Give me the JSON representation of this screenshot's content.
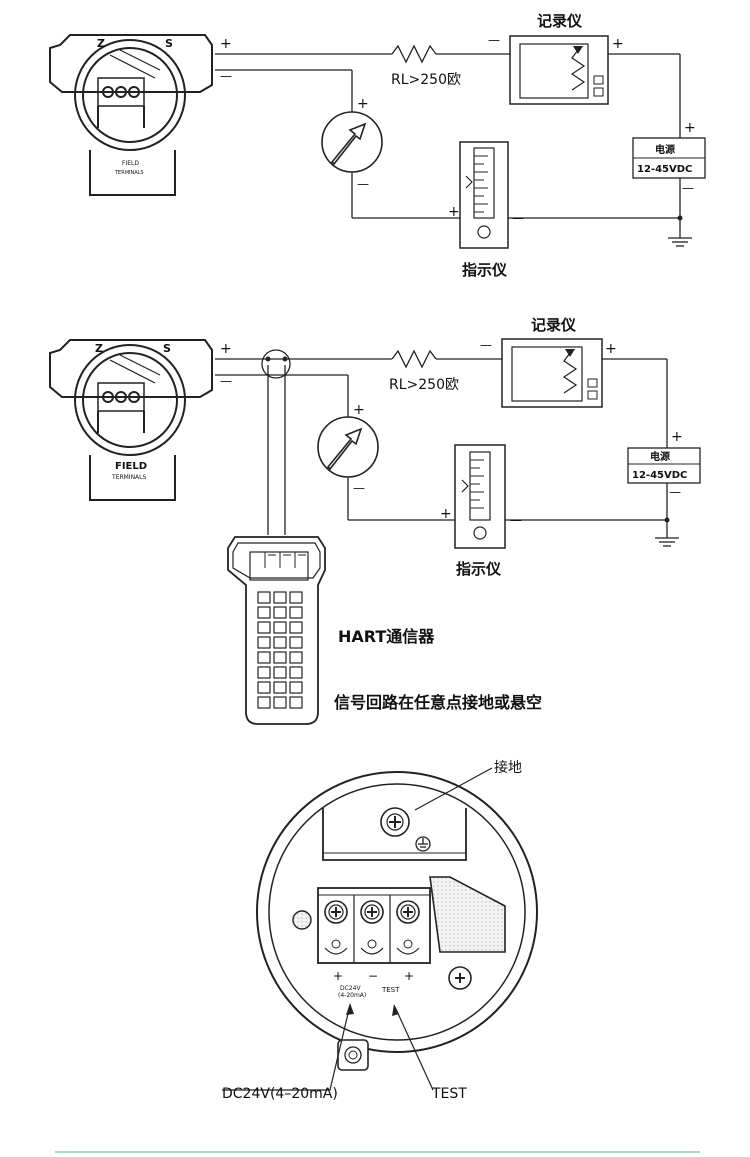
{
  "diagram1": {
    "recorder_label": "记录仪",
    "resistor_label": "RL>250欧",
    "power_label": "电源",
    "power_voltage": "12-45VDC",
    "indicator_label": "指示仪",
    "housing_text_1": "FIELD",
    "housing_text_2": "TERMINALS",
    "housing_letter_z": "Z",
    "housing_letter_s": "S",
    "plus": "+",
    "minus": "—"
  },
  "diagram2": {
    "recorder_label": "记录仪",
    "resistor_label": "RL>250欧",
    "power_label": "电源",
    "power_voltage": "12-45VDC",
    "indicator_label": "指示仪",
    "housing_text_1": "FIELD",
    "housing_text_2": "TERMINALS",
    "housing_letter_z": "Z",
    "housing_letter_s": "S",
    "hart_label": "HART通信器",
    "loop_note": "信号回路在任意点接地或悬空"
  },
  "diagram3": {
    "ground_label": "接地",
    "terminal_small_1": "DC24V",
    "terminal_small_2": "(4-20mA)",
    "terminal_small_test": "TEST",
    "plus": "+",
    "minus": "−",
    "callout_dc": "DC24V(4–20mA)",
    "callout_test": "TEST"
  }
}
